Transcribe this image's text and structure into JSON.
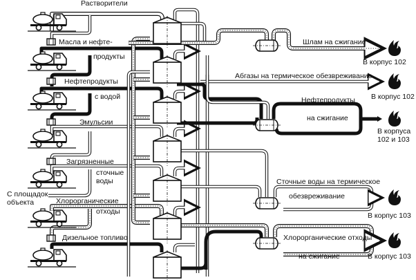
{
  "title": "Схема сбора и переработки отходов",
  "sources": {
    "solvents": "Растворители",
    "oils_line1": "Масла и нефте-",
    "oils_line2": "продукты",
    "petroleum": "Нефтепродукты",
    "water_mix": "с водой",
    "emulsions": "Эмульсии",
    "contaminated_line1": "Загрязненные",
    "contaminated_line2": "сточные",
    "contaminated_line3": "воды",
    "site_line1": "С площадок",
    "site_line2": "объекта",
    "chloro_line1": "Хлорорганические",
    "chloro_line2": "отходы",
    "diesel": "Дизельное топливо"
  },
  "outputs": {
    "sludge": "Шлам на сжигание",
    "sludge_dest": "В корпус 102",
    "exhaust": "Абгазы на термическое обезвреживание",
    "exhaust_dest": "В корпус 102",
    "petro_line1": "Нефтепродукты",
    "petro_line2": "на сжигание",
    "petro_dest_line1": "В корпуса",
    "petro_dest_line2": "102 и 103",
    "wastewater_line1": "Сточные воды на термическое",
    "wastewater_line2": "обезвреживание",
    "wastewater_dest": "В корпус 103",
    "chloro_line1": "Хлорорганические отходы",
    "chloro_line2": "на сжигание",
    "chloro_dest": "В корпус 103"
  },
  "icons": {
    "truck": "tanker-truck-icon",
    "pump": "pump-icon",
    "tank": "storage-tank-icon",
    "separator": "separator-vessel-icon",
    "flame": "incineration-flame-icon"
  }
}
